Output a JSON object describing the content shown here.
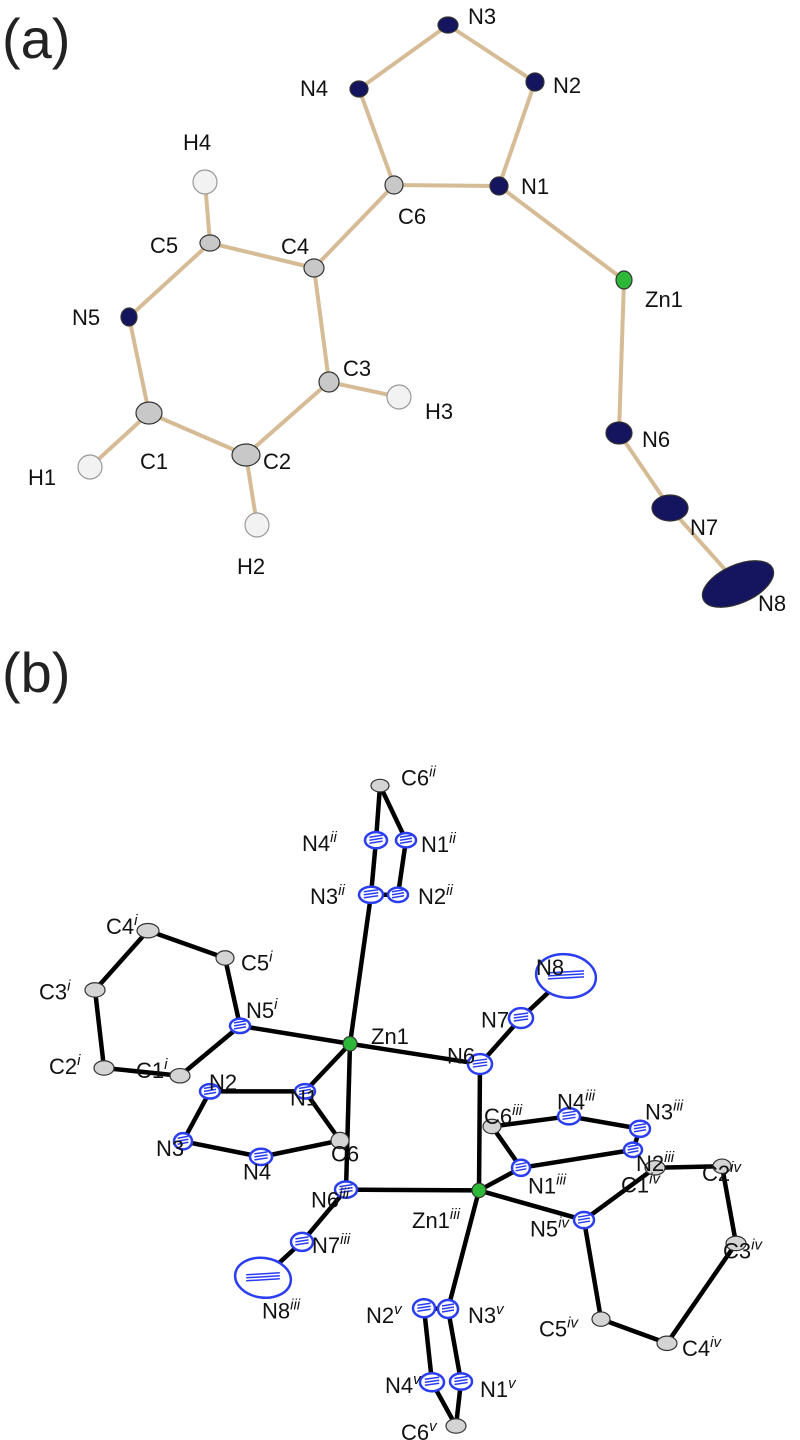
{
  "panels": [
    {
      "key": "a",
      "label": "(a)",
      "bond_color": "#d6bc96",
      "atoms": [
        {
          "id": "N3",
          "base": "N3",
          "sup": "",
          "el": "N"
        },
        {
          "id": "N4",
          "base": "N4",
          "sup": "",
          "el": "N"
        },
        {
          "id": "N2",
          "base": "N2",
          "sup": "",
          "el": "N"
        },
        {
          "id": "H4",
          "base": "H4",
          "sup": "",
          "el": "H"
        },
        {
          "id": "C6",
          "base": "C6",
          "sup": "",
          "el": "C"
        },
        {
          "id": "N1",
          "base": "N1",
          "sup": "",
          "el": "N"
        },
        {
          "id": "C5",
          "base": "C5",
          "sup": "",
          "el": "C"
        },
        {
          "id": "C4",
          "base": "C4",
          "sup": "",
          "el": "C"
        },
        {
          "id": "Zn1",
          "base": "Zn1",
          "sup": "",
          "el": "Zn"
        },
        {
          "id": "N5",
          "base": "N5",
          "sup": "",
          "el": "N"
        },
        {
          "id": "C3",
          "base": "C3",
          "sup": "",
          "el": "C"
        },
        {
          "id": "H3",
          "base": "H3",
          "sup": "",
          "el": "H"
        },
        {
          "id": "N6",
          "base": "N6",
          "sup": "",
          "el": "N"
        },
        {
          "id": "C1",
          "base": "C1",
          "sup": "",
          "el": "C"
        },
        {
          "id": "C2",
          "base": "C2",
          "sup": "",
          "el": "C"
        },
        {
          "id": "H1",
          "base": "H1",
          "sup": "",
          "el": "H"
        },
        {
          "id": "N7",
          "base": "N7",
          "sup": "",
          "el": "N"
        },
        {
          "id": "H2",
          "base": "H2",
          "sup": "",
          "el": "H"
        },
        {
          "id": "N8",
          "base": "N8",
          "sup": "",
          "el": "N"
        }
      ],
      "bonds": [
        [
          "N3",
          "N4"
        ],
        [
          "N3",
          "N2"
        ],
        [
          "N2",
          "N1"
        ],
        [
          "N1",
          "C6"
        ],
        [
          "C6",
          "N4"
        ],
        [
          "C6",
          "C4"
        ],
        [
          "C4",
          "C5"
        ],
        [
          "C4",
          "C3"
        ],
        [
          "C5",
          "N5"
        ],
        [
          "C5",
          "H4"
        ],
        [
          "N5",
          "C1"
        ],
        [
          "C1",
          "C2"
        ],
        [
          "C2",
          "C3"
        ],
        [
          "C3",
          "H3"
        ],
        [
          "C1",
          "H1"
        ],
        [
          "C2",
          "H2"
        ],
        [
          "N1",
          "Zn1"
        ],
        [
          "Zn1",
          "N6"
        ],
        [
          "N6",
          "N7"
        ],
        [
          "N7",
          "N8"
        ]
      ]
    },
    {
      "key": "b",
      "label": "(b)",
      "bond_color": "#000000",
      "atoms": [
        {
          "id": "C6ii",
          "base": "C6",
          "sup": "ii",
          "el": "C"
        },
        {
          "id": "N4ii",
          "base": "N4",
          "sup": "ii",
          "el": "N"
        },
        {
          "id": "N1ii",
          "base": "N1",
          "sup": "ii",
          "el": "N"
        },
        {
          "id": "N3ii",
          "base": "N3",
          "sup": "ii",
          "el": "N"
        },
        {
          "id": "N2ii",
          "base": "N2",
          "sup": "ii",
          "el": "N"
        },
        {
          "id": "C4i",
          "base": "C4",
          "sup": "i",
          "el": "C"
        },
        {
          "id": "C5i",
          "base": "C5",
          "sup": "i",
          "el": "C"
        },
        {
          "id": "N8",
          "base": "N8",
          "sup": "",
          "el": "N"
        },
        {
          "id": "C3i",
          "base": "C3",
          "sup": "i",
          "el": "C"
        },
        {
          "id": "N7",
          "base": "N7",
          "sup": "",
          "el": "N"
        },
        {
          "id": "N5i",
          "base": "N5",
          "sup": "i",
          "el": "N"
        },
        {
          "id": "Zn1",
          "base": "Zn1",
          "sup": "",
          "el": "Zn"
        },
        {
          "id": "N6",
          "base": "N6",
          "sup": "",
          "el": "N"
        },
        {
          "id": "C2i",
          "base": "C2",
          "sup": "i",
          "el": "C"
        },
        {
          "id": "C1i",
          "base": "C1",
          "sup": "i",
          "el": "C"
        },
        {
          "id": "N2",
          "base": "N2",
          "sup": "",
          "el": "N"
        },
        {
          "id": "N1",
          "base": "N1",
          "sup": "",
          "el": "N"
        },
        {
          "id": "N4iii",
          "base": "N4",
          "sup": "iii",
          "el": "N"
        },
        {
          "id": "C6iii",
          "base": "C6",
          "sup": "iii",
          "el": "C"
        },
        {
          "id": "N3iii",
          "base": "N3",
          "sup": "iii",
          "el": "N"
        },
        {
          "id": "N3",
          "base": "N3",
          "sup": "",
          "el": "N"
        },
        {
          "id": "C6",
          "base": "C6",
          "sup": "",
          "el": "C"
        },
        {
          "id": "N4",
          "base": "N4",
          "sup": "",
          "el": "N"
        },
        {
          "id": "N2iii",
          "base": "N2",
          "sup": "iii",
          "el": "N"
        },
        {
          "id": "N1iii",
          "base": "N1",
          "sup": "iii",
          "el": "N"
        },
        {
          "id": "C2iv",
          "base": "C2",
          "sup": "iv",
          "el": "C"
        },
        {
          "id": "C1iv",
          "base": "C1",
          "sup": "iv",
          "el": "C"
        },
        {
          "id": "N6iii",
          "base": "N6",
          "sup": "iii",
          "el": "N"
        },
        {
          "id": "Zn1iii",
          "base": "Zn1",
          "sup": "iii",
          "el": "Zn"
        },
        {
          "id": "N5iv",
          "base": "N5",
          "sup": "iv",
          "el": "N"
        },
        {
          "id": "N7iii",
          "base": "N7",
          "sup": "iii",
          "el": "N"
        },
        {
          "id": "C3iv",
          "base": "C3",
          "sup": "iv",
          "el": "C"
        },
        {
          "id": "N8iii",
          "base": "N8",
          "sup": "iii",
          "el": "N"
        },
        {
          "id": "N2v",
          "base": "N2",
          "sup": "v",
          "el": "N"
        },
        {
          "id": "N3v",
          "base": "N3",
          "sup": "v",
          "el": "N"
        },
        {
          "id": "C5iv",
          "base": "C5",
          "sup": "iv",
          "el": "C"
        },
        {
          "id": "C4iv",
          "base": "C4",
          "sup": "iv",
          "el": "C"
        },
        {
          "id": "N4v",
          "base": "N4",
          "sup": "v",
          "el": "N"
        },
        {
          "id": "N1v",
          "base": "N1",
          "sup": "v",
          "el": "N"
        },
        {
          "id": "C6v",
          "base": "C6",
          "sup": "v",
          "el": "C"
        }
      ],
      "bonds": [
        [
          "C6ii",
          "N4ii"
        ],
        [
          "C6ii",
          "N1ii"
        ],
        [
          "N4ii",
          "N3ii"
        ],
        [
          "N1ii",
          "N2ii"
        ],
        [
          "N3ii",
          "N2ii"
        ],
        [
          "N3ii",
          "Zn1"
        ],
        [
          "Zn1",
          "N5i"
        ],
        [
          "N5i",
          "C5i"
        ],
        [
          "C5i",
          "C4i"
        ],
        [
          "C4i",
          "C3i"
        ],
        [
          "C3i",
          "C2i"
        ],
        [
          "C2i",
          "C1i"
        ],
        [
          "C1i",
          "N5i"
        ],
        [
          "Zn1",
          "N1"
        ],
        [
          "N1",
          "N2"
        ],
        [
          "N2",
          "N3"
        ],
        [
          "N3",
          "N4"
        ],
        [
          "N4",
          "C6"
        ],
        [
          "C6",
          "N1"
        ],
        [
          "Zn1",
          "N6"
        ],
        [
          "N6",
          "N7"
        ],
        [
          "N7",
          "N8"
        ],
        [
          "Zn1",
          "N6iii"
        ],
        [
          "N6",
          "Zn1iii"
        ],
        [
          "N6iii",
          "Zn1iii"
        ],
        [
          "N6iii",
          "N7iii"
        ],
        [
          "N7iii",
          "N8iii"
        ],
        [
          "Zn1iii",
          "N1iii"
        ],
        [
          "N1iii",
          "C6iii"
        ],
        [
          "C6iii",
          "N4iii"
        ],
        [
          "N4iii",
          "N3iii"
        ],
        [
          "N3iii",
          "N2iii"
        ],
        [
          "N2iii",
          "N1iii"
        ],
        [
          "Zn1iii",
          "N5iv"
        ],
        [
          "N5iv",
          "C1iv"
        ],
        [
          "C1iv",
          "C2iv"
        ],
        [
          "C2iv",
          "C3iv"
        ],
        [
          "C3iv",
          "C4iv"
        ],
        [
          "C4iv",
          "C5iv"
        ],
        [
          "C5iv",
          "N5iv"
        ],
        [
          "Zn1iii",
          "N3v"
        ],
        [
          "N3v",
          "N2v"
        ],
        [
          "N2v",
          "N4v"
        ],
        [
          "N4v",
          "C6v"
        ],
        [
          "C6v",
          "N1v"
        ],
        [
          "N1v",
          "N3v"
        ]
      ]
    }
  ],
  "element_colors": {
    "N": "#14145f",
    "C": "#c8c8c8",
    "H": "#f2f2f2",
    "Zn": "#2db83a",
    "N_b": "#2a3df0",
    "C_b": "#d4d4d4"
  }
}
